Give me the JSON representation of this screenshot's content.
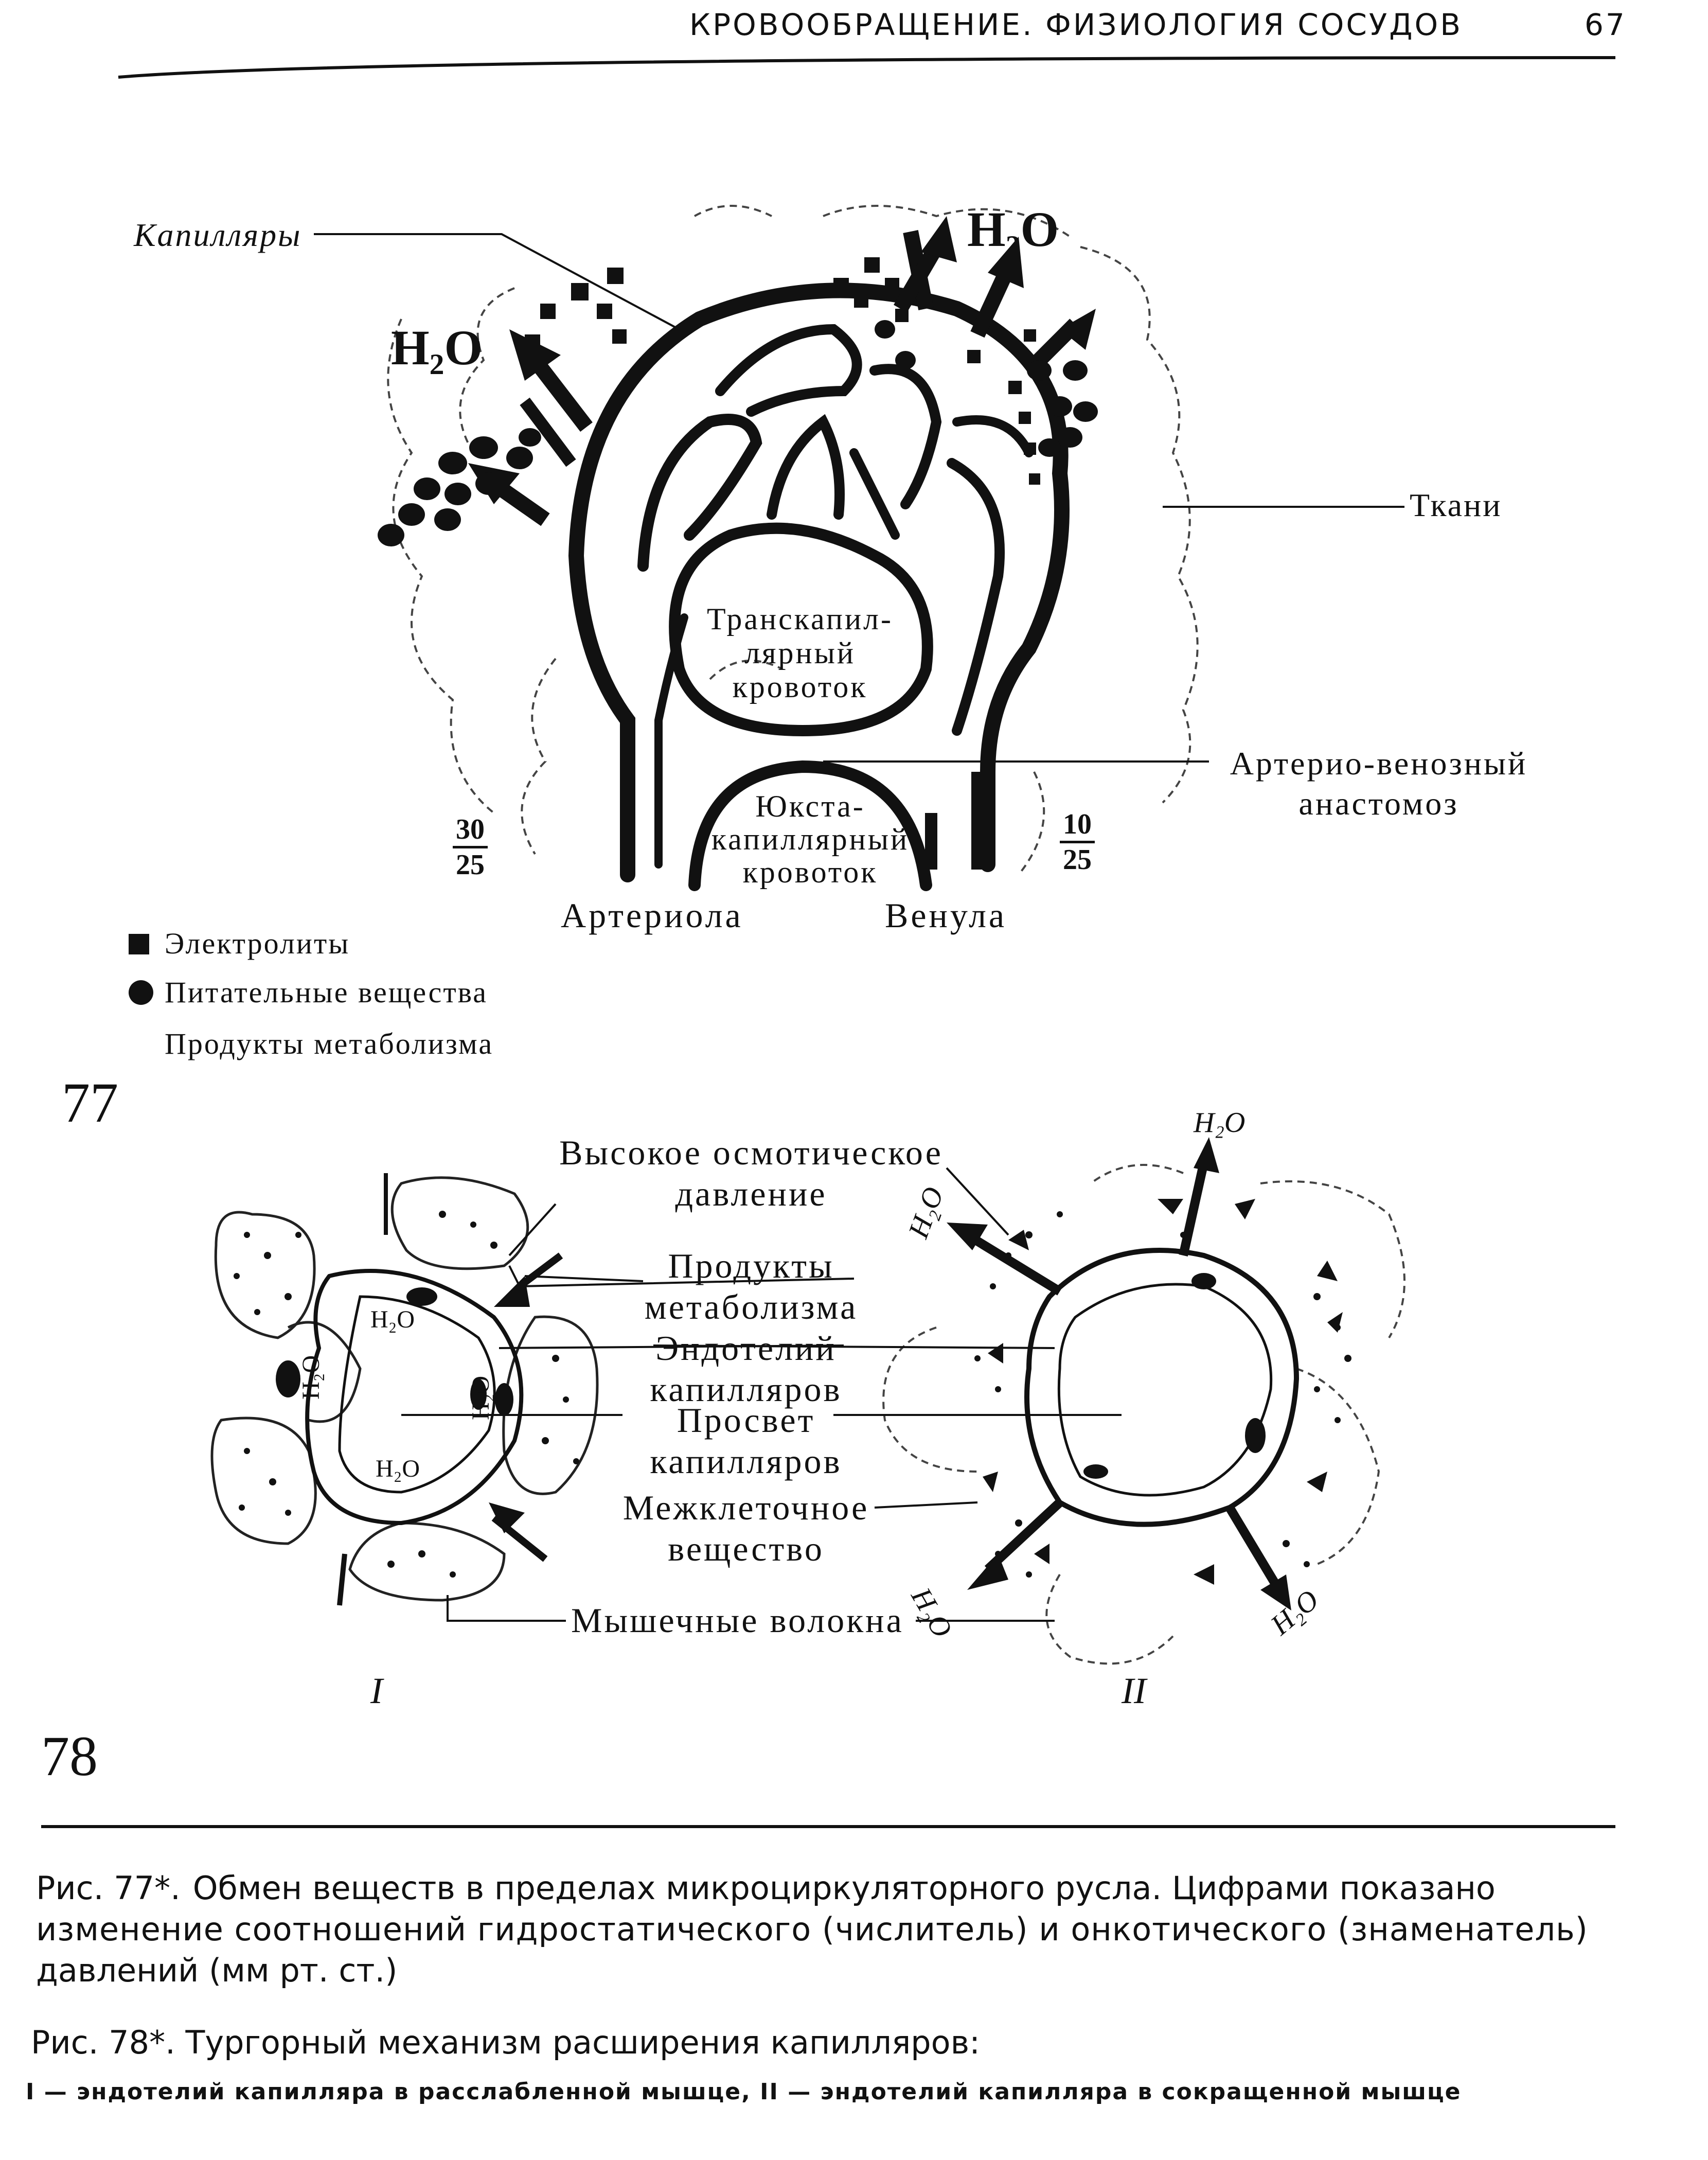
{
  "header": {
    "running_title": "КРОВООБРАЩЕНИЕ. ФИЗИОЛОГИЯ СОСУДОВ",
    "page_number": "67"
  },
  "fig77": {
    "number": "77",
    "labels": {
      "capillaries": "Капилляры",
      "tissues": "Ткани",
      "transcapillary": [
        "Транскапил-",
        "лярный",
        "кровоток"
      ],
      "juxtacapillary": [
        "Юкста-",
        "капиллярный",
        "кровоток"
      ],
      "av_anastomosis": [
        "Артерио-венозный",
        "анастомоз"
      ],
      "arteriole": "Артериола",
      "venule": "Венула",
      "h2o_left": "H₂O",
      "h2o_top": "H₂O"
    },
    "pressures": {
      "arteriole": {
        "hydrostatic": "30",
        "oncotic": "25"
      },
      "venule": {
        "hydrostatic": "10",
        "oncotic": "25"
      }
    },
    "legend": {
      "electrolytes": "Электролиты",
      "nutrients": "Питательные вещества",
      "metabolites": "Продукты метаболизма"
    }
  },
  "fig78": {
    "number": "78",
    "labels": {
      "osmotic": [
        "Высокое осмотическое",
        "давление"
      ],
      "metabolites": [
        "Продукты",
        "метаболизма"
      ],
      "endothelium": [
        "Эндотелий",
        "капилляров"
      ],
      "lumen": [
        "Просвет",
        "капилляров"
      ],
      "intercellular": [
        "Межклеточное",
        "вещество"
      ],
      "muscle_fibers": "Мышечные волокна",
      "panel_1": "I",
      "panel_2": "II",
      "h2o": "H₂O"
    }
  },
  "captions": {
    "fig77_lead": "Рис. 77*.",
    "fig77_text": [
      "Обмен веществ в пределах микроциркуляторного русла. Цифрами показано",
      "изменение соотношений гидростатического (числитель) и онкотического (знаменатель)",
      "давлений (мм рт. ст.)"
    ],
    "fig78_lead": "Рис. 78*.",
    "fig78_title": "Тургорный механизм расширения капилляров:",
    "fig78_sub": "I — эндотелий капилляра в расслабленной мышце, II — эндотелий капилляра в сокращенной мышце"
  }
}
